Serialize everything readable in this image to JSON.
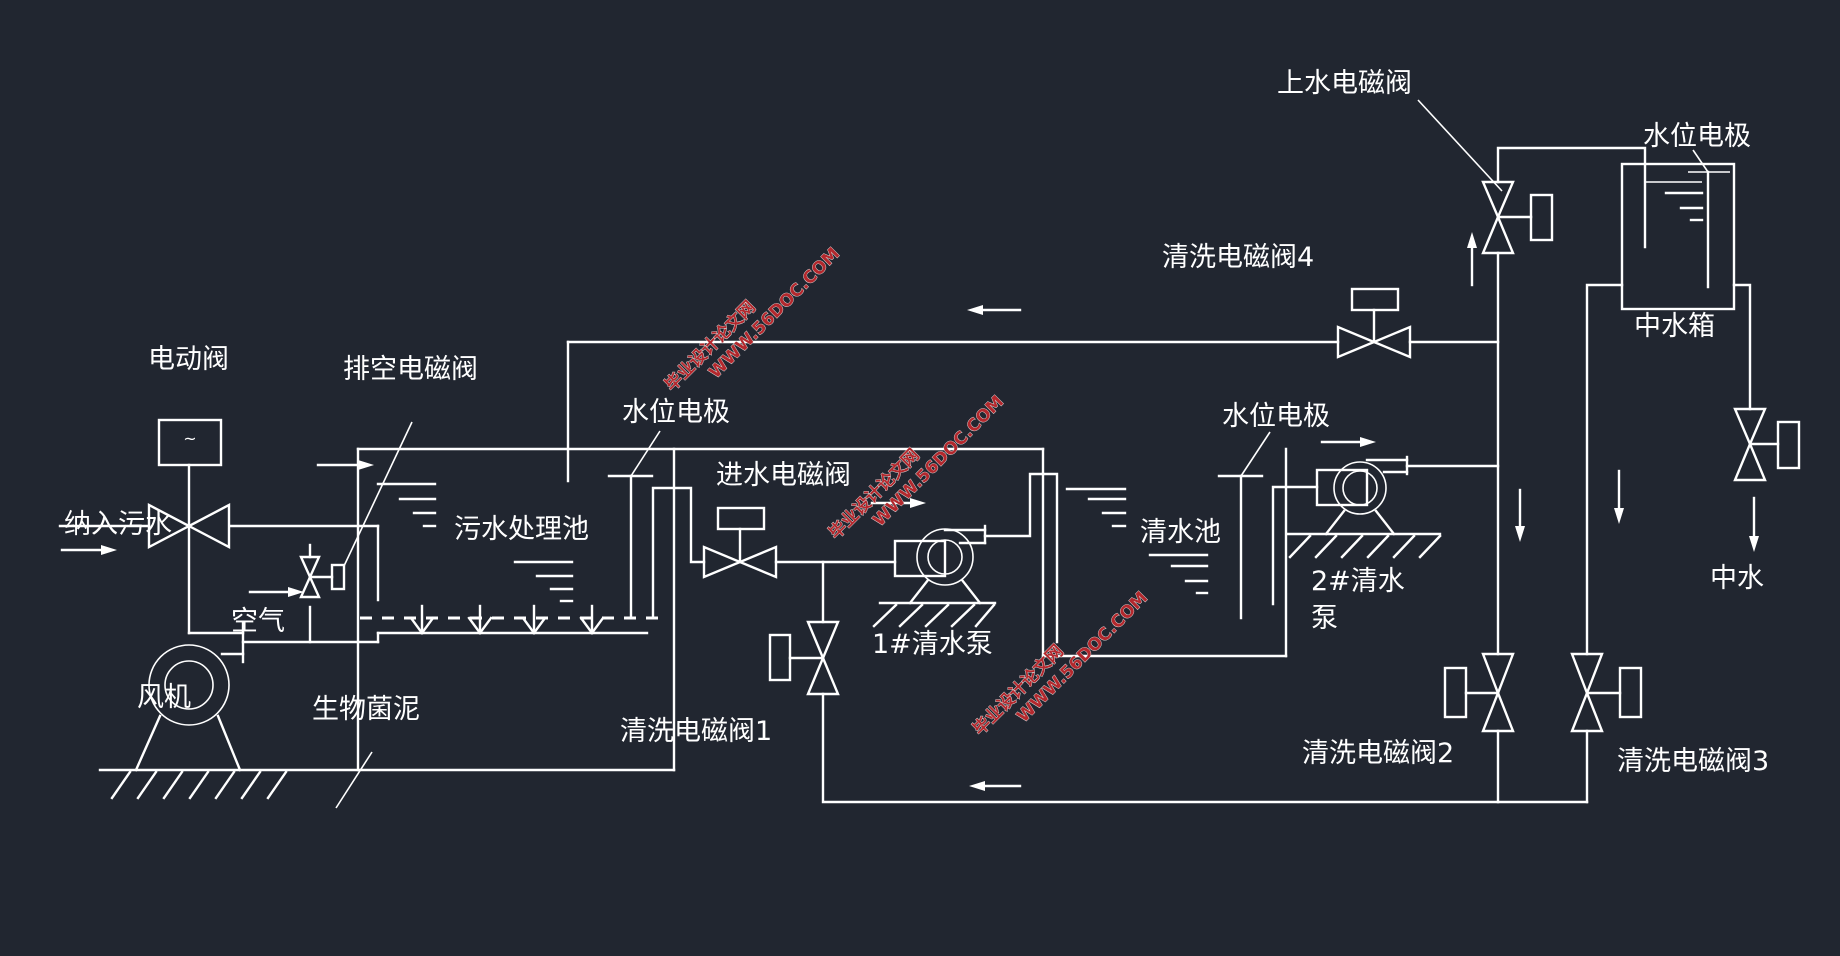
{
  "diagram": {
    "title": "中水回用系统工艺流程图",
    "background_color": "#212630",
    "line_color": "#ffffff",
    "watermark_color": "#b3282d"
  },
  "labels": {
    "motor_valve": "电动阀",
    "drain_solenoid_valve": "排空电磁阀",
    "sewage_inlet": "纳入污水",
    "air": "空气",
    "blower": "风机",
    "bio_sludge": "生物菌泥",
    "sewage_tank": "污水处理池",
    "level_electrode_1": "水位电极",
    "inlet_solenoid_valve": "进水电磁阀",
    "pump_1": "1#清水泵",
    "clean_tank": "清水池",
    "level_electrode_2": "水位电极",
    "pump_2_line1": "2#清水",
    "pump_2_line2": "泵",
    "flush_valve_1": "清洗电磁阀1",
    "flush_valve_2": "清洗电磁阀2",
    "flush_valve_3": "清洗电磁阀3",
    "flush_valve_4": "清洗电磁阀4",
    "supply_solenoid_valve": "上水电磁阀",
    "level_electrode_3": "水位电极",
    "reclaimed_tank": "中水箱",
    "reclaimed_water": "中水",
    "motor_symbol": "~"
  },
  "watermarks": [
    {
      "line1": "毕业设计论文网",
      "line2": "WWW.56DOC.COM"
    },
    {
      "line1": "毕业设计论文网",
      "line2": "WWW.56DOC.COM"
    },
    {
      "line1": "毕业设计论文网",
      "line2": "WWW.56DOC.COM"
    }
  ]
}
